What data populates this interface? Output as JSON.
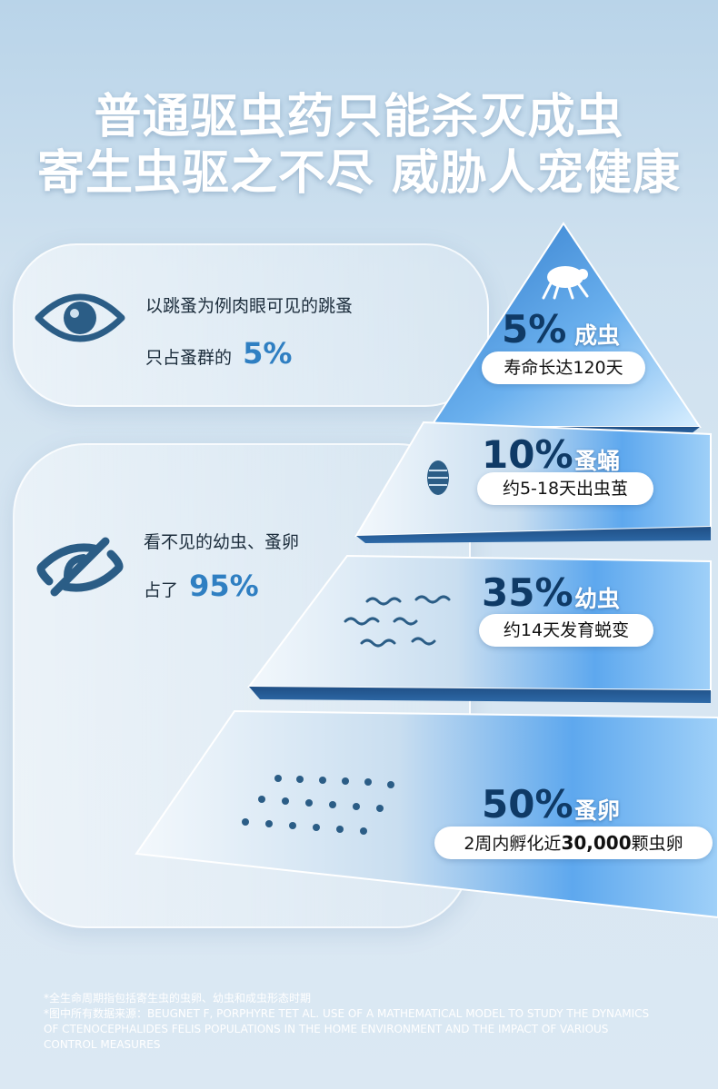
{
  "title": {
    "line1": "普通驱虫药只能杀灭成虫",
    "line2": "寄生虫驱之不尽 威胁人宠健康"
  },
  "visible_box": {
    "icon": "eye-icon",
    "line1": "以跳蚤为例肉眼可见的跳蚤",
    "line2_prefix": "只占蚤群的",
    "percent": "5%"
  },
  "invisible_box": {
    "icon": "eye-slash-icon",
    "line1": "看不见的幼虫、蚤卵",
    "line2_prefix": "占了",
    "percent": "95%"
  },
  "pyramid": {
    "tiers": [
      {
        "percent": "5%",
        "stage": "成虫",
        "desc": "寿命长达120天",
        "icon": "flea-icon",
        "share": 5
      },
      {
        "percent": "10%",
        "stage": "蚤蛹",
        "desc": "约5-18天出虫茧",
        "icon": "cocoon-icon",
        "share": 10
      },
      {
        "percent": "35%",
        "stage": "幼虫",
        "desc": "约14天发育蜕变",
        "icon": "larvae-icon",
        "share": 35
      },
      {
        "percent": "50%",
        "stage": "蚤卵",
        "desc_prefix": "2周内孵化近",
        "desc_number": "30,000",
        "desc_suffix": "颗虫卵",
        "icon": "eggs-icon",
        "share": 50
      }
    ]
  },
  "footnotes": {
    "line1": "*全生命周期指包括寄生虫的虫卵、幼虫和成虫形态时期",
    "line2": "*图中所有数据来源：BEUGNET F, PORPHYRE TET AL. USE OF A MATHEMATICAL MODEL TO STUDY THE DYNAMICS",
    "line3": "OF CTENOCEPHALIDES FELIS POPULATIONS IN THE HOME ENVIRONMENT AND THE IMPACT OF VARIOUS",
    "line4": "CONTROL MEASURES"
  },
  "colors": {
    "accent": "#2f7fc2",
    "dark_text": "#0f3a66",
    "icon_blue": "#2b5d86"
  }
}
